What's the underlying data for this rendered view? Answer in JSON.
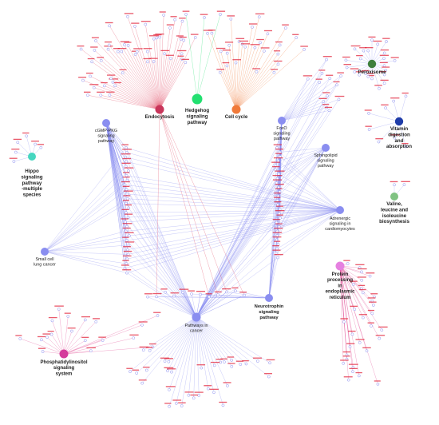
{
  "pathways": [
    {
      "id": "endocytosis",
      "label": "Endocytosis",
      "color": "#c8355a",
      "bold": true
    },
    {
      "id": "hedgehog",
      "label": "Hedgehog\nsignaling\npathway",
      "color": "#22e070",
      "bold": true
    },
    {
      "id": "cellcycle",
      "label": "Cell cycle",
      "color": "#f07a3a",
      "bold": true
    },
    {
      "id": "peroxisome",
      "label": "Peroxisome",
      "color": "#3f7f3c",
      "bold": true
    },
    {
      "id": "vitamin",
      "label": "Vitamin\ndigestion\nand\nabsorption",
      "color": "#1f3ca8",
      "bold": true
    },
    {
      "id": "cgmp",
      "label": "cGMP-PKG\nsignaling\npathway",
      "color": "#8a8ef0",
      "bold": false
    },
    {
      "id": "foxo",
      "label": "FoxO\nsignaling\npathway",
      "color": "#8a8ef0",
      "bold": false
    },
    {
      "id": "sphingo",
      "label": "Sphingolipid\nsignaling\npathway",
      "color": "#8a8ef0",
      "bold": false
    },
    {
      "id": "hippo",
      "label": "Hippo\nsignaling\npathway\n-multiple\nspecies",
      "color": "#46d6c0",
      "bold": true
    },
    {
      "id": "valine",
      "label": "Valine,\nleucine and\nisoleucine\nbiosynthesis",
      "color": "#7fc283",
      "bold": true
    },
    {
      "id": "adrenergic",
      "label": "Adrenergic\nsignaling in\ncardiomyocytes",
      "color": "#8a8ef0",
      "bold": false
    },
    {
      "id": "smallcell",
      "label": "Small cell\nlung cancer",
      "color": "#8a8ef0",
      "bold": false
    },
    {
      "id": "protein",
      "label": "Protein\nprocessing\nin\nendoplasmic\nreticulum",
      "color": "#e580e0",
      "bold": true
    },
    {
      "id": "neurotrophin",
      "label": "Neurotrophin\nsignaling\npathway",
      "color": "#8a8ef0",
      "bold": true
    },
    {
      "id": "pathcancer",
      "label": "Pathways in\ncancer",
      "color": "#8a8ef0",
      "bold": false
    },
    {
      "id": "phosphat",
      "label": "Phosphatidylinositol\nsignaling\nsystem",
      "color": "#d43c9c",
      "bold": true
    }
  ],
  "colors": {
    "background": "#ffffff",
    "gene_label": "#e2233a",
    "gene_node_stroke": "#8a8ef0",
    "edge_default": "#8a8ef0",
    "edge_endocytosis": "#e04560",
    "edge_hedgehog": "#22e070",
    "edge_cellcycle": "#f07a3a",
    "edge_phosphat": "#e04590",
    "edge_protein": "#e04590"
  }
}
